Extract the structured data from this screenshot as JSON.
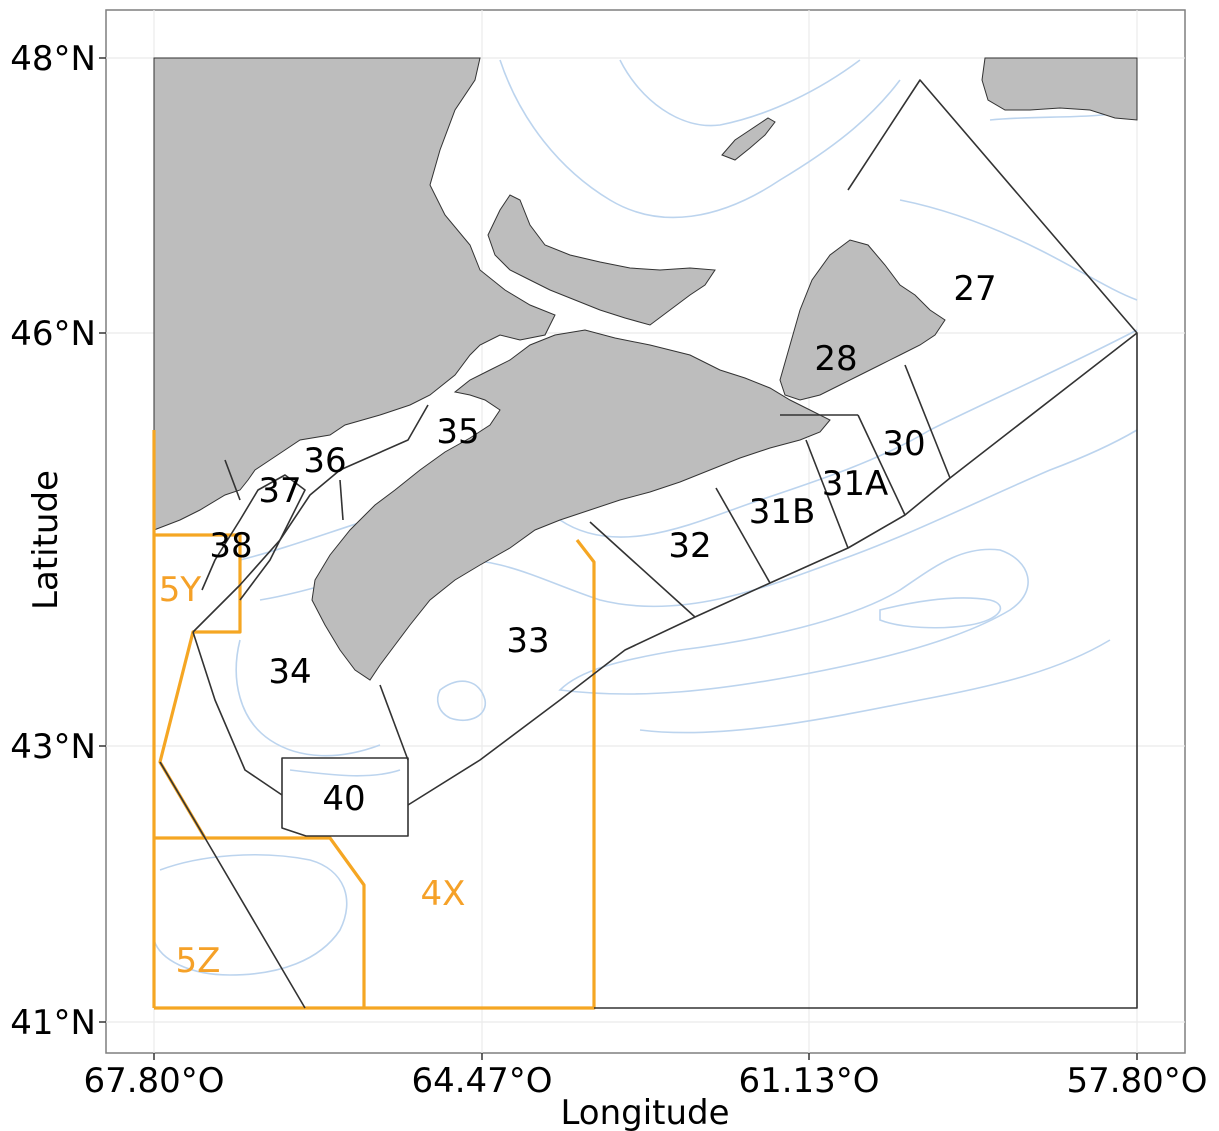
{
  "axes": {
    "x_title": "Longitude",
    "y_title": "Latitude",
    "x_ticks": [
      "67.80°O",
      "64.47°O",
      "61.13°O",
      "57.80°O"
    ],
    "y_ticks": [
      "48°N",
      "46°N",
      "43°N",
      "41°N"
    ]
  },
  "zones": [
    "27",
    "28",
    "30",
    "31A",
    "31B",
    "32",
    "33",
    "34",
    "35",
    "36",
    "37",
    "38",
    "40"
  ],
  "nafo_divisions": [
    "5Y",
    "4X",
    "5Z"
  ],
  "colors": {
    "land": "#BDBDBD",
    "zone_border": "#333333",
    "nafo_border": "#F5A623",
    "bathymetry": "#BCD4EE",
    "grid": "#EBEBEB"
  }
}
